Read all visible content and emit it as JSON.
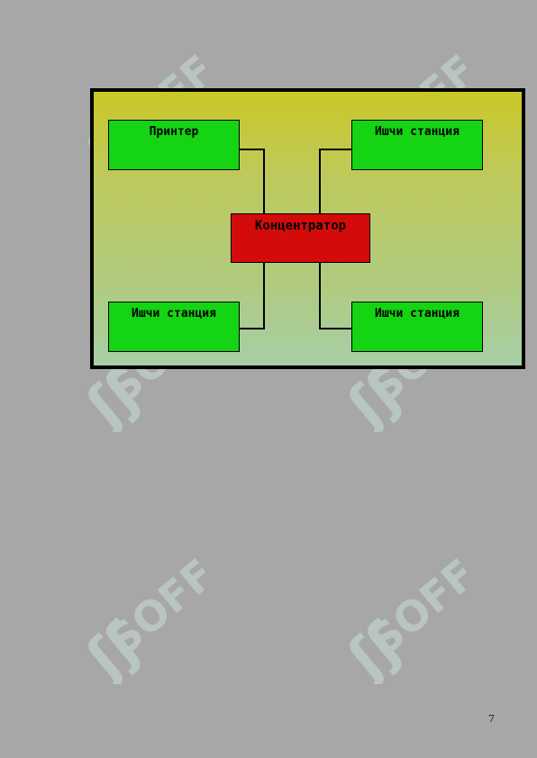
{
  "diagram": {
    "nodes": {
      "printer": "Принтер",
      "workstation_top_right": "Ишчи станция",
      "hub": "Концентратор",
      "workstation_bottom_left": "Ишчи станция",
      "workstation_bottom_right": "Ишчи станция"
    },
    "colors": {
      "frame": "#000000",
      "node_green": "#14d414",
      "node_red": "#d40b0b"
    }
  },
  "watermark": {
    "text": "SOFF"
  },
  "page": {
    "number": "7",
    "background": "#a7a7a7"
  }
}
